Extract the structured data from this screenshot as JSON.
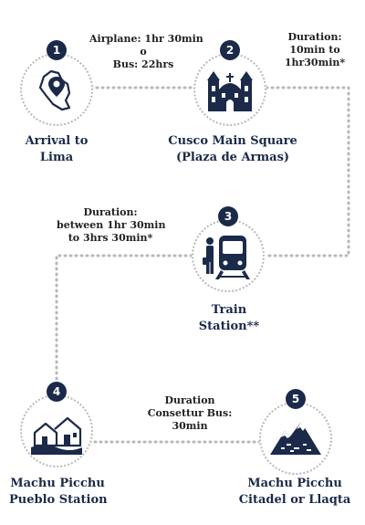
{
  "stops": [
    {
      "number": "1",
      "name": [
        "Arrival to",
        "Lima"
      ]
    },
    {
      "number": "2",
      "name": [
        "Cusco Main Square",
        "(Plaza de Armas)"
      ]
    },
    {
      "number": "3",
      "name": [
        "Train",
        "Station**"
      ]
    },
    {
      "number": "4",
      "name": [
        "Machu Picchu",
        "Pueblo Station"
      ]
    },
    {
      "number": "5",
      "name": [
        "Machu Picchu",
        "Citadel or Llaqta"
      ]
    }
  ],
  "legs": [
    {
      "lines": [
        "Airplane: 1hr 30min",
        "o",
        "Bus: 22hrs"
      ]
    },
    {
      "lines": [
        "Duration:",
        "10min to",
        "1hr30min*"
      ]
    },
    {
      "lines": [
        "Duration:",
        "between 1hr 30min",
        "to 3hrs 30min*"
      ]
    },
    {
      "lines": [
        "Duration",
        "Consettur Bus:",
        "30min"
      ]
    }
  ],
  "icons": [
    "peru-map-pin-icon",
    "cathedral-icon",
    "train-icon",
    "village-houses-icon",
    "mountain-icon"
  ],
  "colors": {
    "navy": "#1b2a4a",
    "dots": "#b8b8b8"
  }
}
